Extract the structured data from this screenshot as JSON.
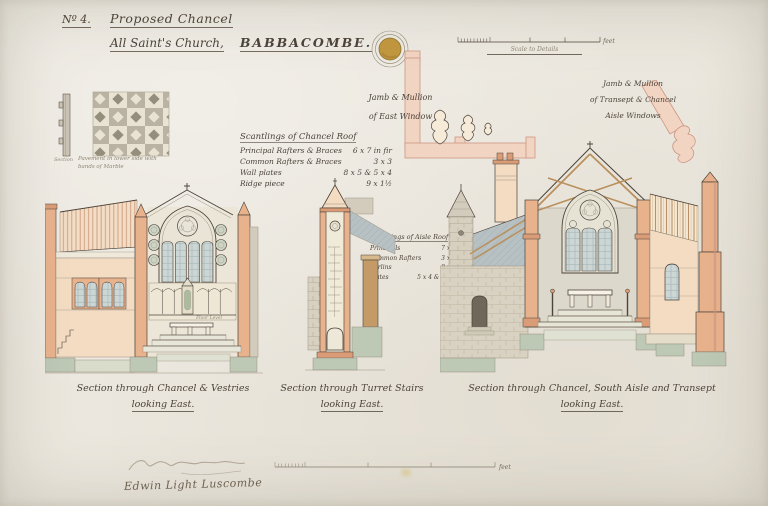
{
  "palette": {
    "paper": "#EBE7DE",
    "ink": "#4C433A",
    "faint": "#8F8675",
    "salmon": "#E8B28D",
    "salmonL": "#F4DCC3",
    "salmonD": "#D99C77",
    "stone": "#D3CCBD",
    "slate": "#B7C1C4",
    "glass": "#CBD6D5",
    "tan": "#C49A66",
    "gold": "#C2973F",
    "pink": "#F2D4C3",
    "pinkEdge": "#CC9582",
    "green": "#BDC8B5",
    "cream": "#EFE9DB",
    "wallgrey": "#DCD8CC",
    "figure": "#A9BC9B"
  },
  "header": {
    "number": "Nº 4.",
    "title": "Proposed Chancel",
    "church": "All Saint's Church,",
    "place": "BABBACOMBE."
  },
  "top_scale": {
    "caption": "Scale to Details",
    "unit": "feet"
  },
  "pavement": {
    "label": "Section",
    "line1": "Pavement in lower side with",
    "line2": "bands of Marble"
  },
  "jamb_east": {
    "line1": "Jamb & Mullion",
    "line2": "of East Window"
  },
  "jamb_aisle": {
    "line1": "Jamb & Mullion",
    "line2": "of Transept & Chancel",
    "line3": "Aisle Windows"
  },
  "scantlings_chancel": {
    "title": "Scantlings of Chancel Roof",
    "rows": [
      {
        "label": "Principal Rafters & Braces",
        "value": "6 x 7 in fir"
      },
      {
        "label": "Common Rafters & Braces",
        "value": "3 x 3"
      },
      {
        "label": "Wall plates",
        "value": "8 x 5 & 5 x 4"
      },
      {
        "label": "Ridge piece",
        "value": "9 x 1½"
      }
    ]
  },
  "scantlings_aisle": {
    "title": "Scantlings of Aisle Roof",
    "rows": [
      {
        "label": "Principals",
        "value": "7 x 7"
      },
      {
        "label": "Common Rafters",
        "value": "3 x 3"
      },
      {
        "label": "Purlins",
        "value": "8 x 5"
      },
      {
        "label": "Plates",
        "value": "5 x 4 & 9 x 3"
      }
    ]
  },
  "annotations": {
    "floor_level": "Floor Level"
  },
  "sections": [
    {
      "caption": "Section through Chancel & Vestries",
      "sub": "looking East."
    },
    {
      "caption": "Section through Turret Stairs",
      "sub": "looking East."
    },
    {
      "caption": "Section through Chancel, South Aisle and Transept",
      "sub": "looking East."
    }
  ],
  "footer": {
    "signature": "Edwin Light Luscombe",
    "scale_unit": "feet"
  }
}
